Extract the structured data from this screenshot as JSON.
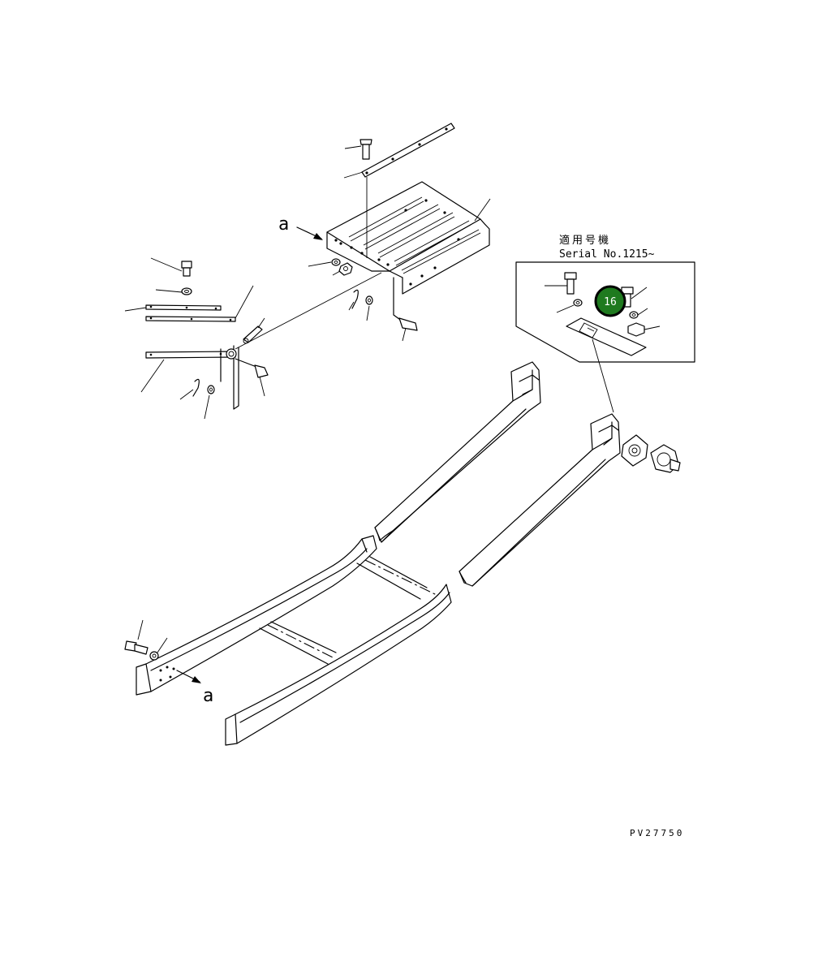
{
  "applicability_label": "適用号機",
  "serial_label": "Serial No.1215~",
  "view_marker": "a",
  "callout": {
    "number": "16",
    "fill": "#1f7a1f",
    "ring": "#000000",
    "text_color": "#ffffff"
  },
  "drawing_code": "PV27750"
}
